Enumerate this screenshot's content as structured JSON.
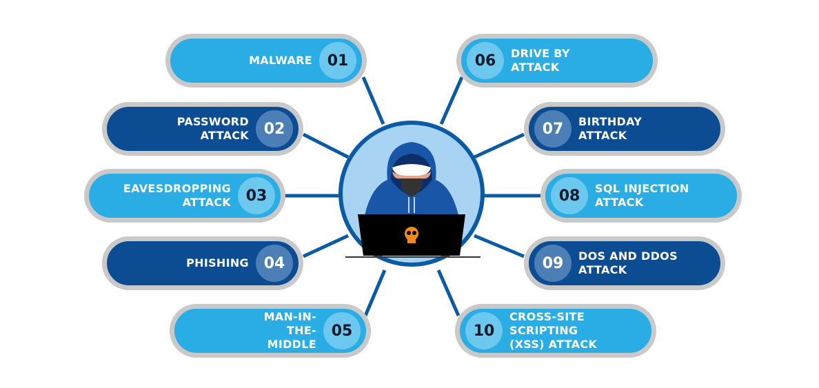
{
  "center": {
    "icon": "hacker-with-laptop-icon"
  },
  "items": [
    {
      "num": "01",
      "label": "MALWARE"
    },
    {
      "num": "02",
      "label": "PASSWORD ATTACK"
    },
    {
      "num": "03",
      "label": "EAVESDROPPING ATTACK"
    },
    {
      "num": "04",
      "label": "PHISHING"
    },
    {
      "num": "05",
      "label": "MAN-IN-THE-MIDDLE"
    },
    {
      "num": "06",
      "label": "DRIVE BY ATTACK"
    },
    {
      "num": "07",
      "label": "BIRTHDAY ATTACK"
    },
    {
      "num": "08",
      "label": "SQL INJECTION ATTACK"
    },
    {
      "num": "09",
      "label": "DOS AND DDOS ATTACK"
    },
    {
      "num": "10",
      "label": "CROSS-SITE SCRIPTING (XSS) ATTACK"
    }
  ],
  "colors": {
    "light": "#29ade4",
    "dark": "#0b4c93",
    "line": "#0b5aa4",
    "skull": "#f08a1c"
  }
}
